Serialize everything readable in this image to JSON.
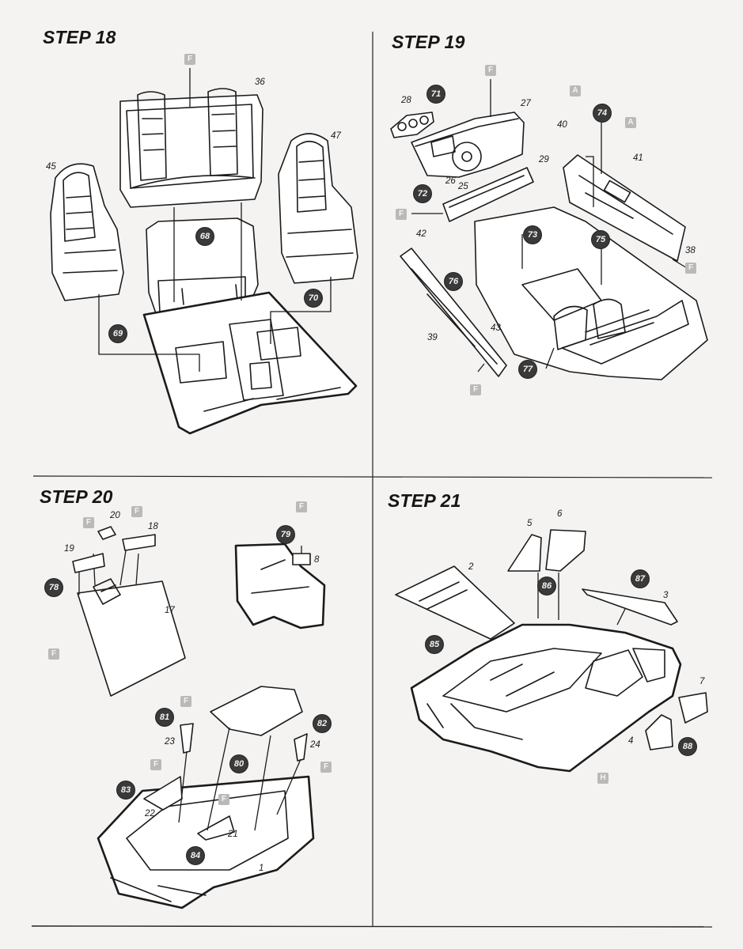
{
  "steps": [
    {
      "title": "STEP 18"
    },
    {
      "title": "STEP 19"
    },
    {
      "title": "STEP 20"
    },
    {
      "title": "STEP 21"
    }
  ],
  "part_numbers": {
    "p36": "36",
    "p47": "47",
    "p45": "45",
    "p28": "28",
    "p27": "27",
    "p40": "40",
    "p41": "41",
    "p29": "29",
    "p26": "26",
    "p25": "25",
    "p42": "42",
    "p38": "38",
    "p43": "43",
    "p39": "39",
    "p20": "20",
    "p18": "18",
    "p19": "19",
    "p17": "17",
    "p8": "8",
    "p23": "23",
    "p24": "24",
    "p22": "22",
    "p21": "21",
    "p1": "1",
    "p2": "2",
    "p5": "5",
    "p6": "6",
    "p3": "3",
    "p7": "7",
    "p4": "4"
  },
  "sequence_badges": {
    "b68": "68",
    "b69": "69",
    "b70": "70",
    "b71": "71",
    "b74": "74",
    "b72": "72",
    "b73": "73",
    "b75": "75",
    "b76": "76",
    "b77": "77",
    "b78": "78",
    "b79": "79",
    "b81": "81",
    "b82": "82",
    "b80": "80",
    "b83": "83",
    "b84": "84",
    "b87": "87",
    "b86": "86",
    "b85": "85",
    "b88": "88"
  },
  "sprue_trees": {
    "t18a": "F",
    "t19a": "F",
    "t19b": "A",
    "t19c": "A",
    "t19d": "F",
    "t19e": "F",
    "t19f": "F",
    "t20a": "F",
    "t20b": "F",
    "t20c": "F",
    "t20d": "F",
    "t20e": "F",
    "t20f": "F",
    "t20g": "F",
    "t20h": "F",
    "t21a": "H"
  },
  "colors": {
    "badge": "#3a3a3a",
    "tree": "#b9b9b9",
    "paper": "#f4f3f1",
    "ink": "#1b1b1b"
  }
}
